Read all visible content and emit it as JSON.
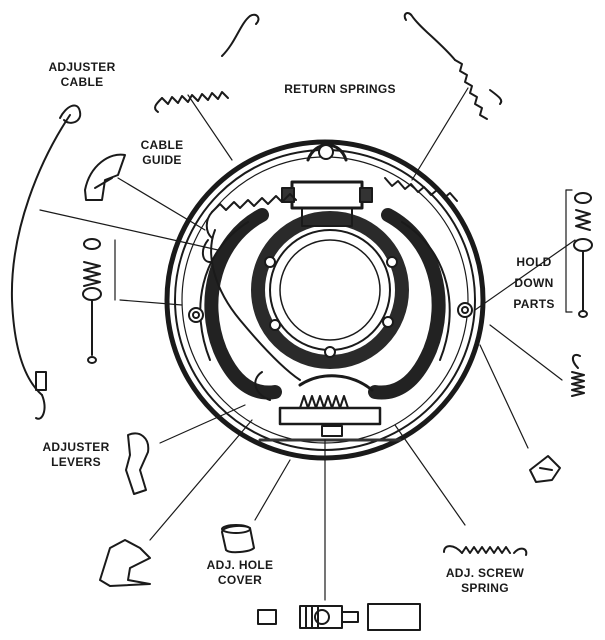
{
  "labels": {
    "adjuster_cable": [
      "ADJUSTER",
      "CABLE"
    ],
    "cable_guide": [
      "CABLE",
      "GUIDE"
    ],
    "return_springs": "RETURN SPRINGS",
    "hold_down_parts": [
      "HOLD",
      "DOWN",
      "PARTS"
    ],
    "adjuster_levers": [
      "ADJUSTER",
      "LEVERS"
    ],
    "adj_hole_cover": [
      "ADJ. HOLE",
      "COVER"
    ],
    "adj_screw_spring": [
      "ADJ. SCREW",
      "SPRING"
    ]
  },
  "colors": {
    "ink": "#1a1a1a",
    "paper": "#ffffff"
  }
}
